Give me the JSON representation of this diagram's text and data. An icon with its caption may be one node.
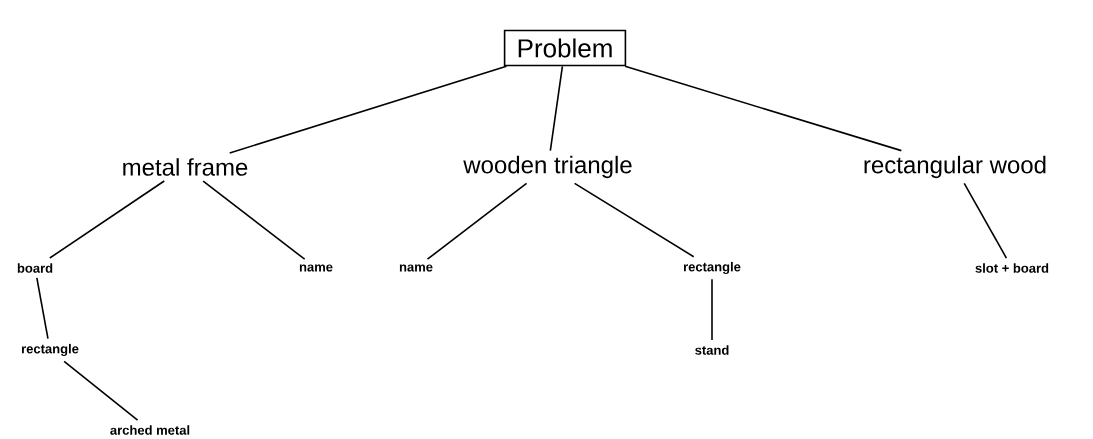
{
  "diagram": {
    "nodes": [
      {
        "text": [
          "Problem"
        ]
      },
      {
        "text": [
          "metal frame"
        ]
      },
      {
        "text": [
          "wooden triangle"
        ]
      },
      {
        "text": [
          "rectangular wood"
        ]
      },
      {
        "text": [
          "board"
        ]
      },
      {
        "text": [
          "name"
        ]
      },
      {
        "text": [
          "name"
        ]
      },
      {
        "text": [
          "rectangle"
        ]
      },
      {
        "text": [
          "slot + board"
        ]
      },
      {
        "text": [
          "rectangle"
        ]
      },
      {
        "text": [
          "stand"
        ]
      },
      {
        "text": [
          "arched metal"
        ]
      }
    ],
    "edges": [
      {
        "from": 0,
        "to": 1,
        "arrow": "none"
      },
      {
        "from": 0,
        "to": 2,
        "arrow": "none"
      },
      {
        "from": 0,
        "to": 3,
        "arrow": "none"
      },
      {
        "from": 1,
        "to": 4,
        "arrow": "none"
      },
      {
        "from": 1,
        "to": 5,
        "arrow": "none"
      },
      {
        "from": 2,
        "to": 6,
        "arrow": "none"
      },
      {
        "from": 2,
        "to": 7,
        "arrow": "none"
      },
      {
        "from": 3,
        "to": 8,
        "arrow": "none"
      },
      {
        "from": 4,
        "to": 9,
        "arrow": "none"
      },
      {
        "from": 7,
        "to": 10,
        "arrow": "none"
      },
      {
        "from": 9,
        "to": 11,
        "arrow": "none"
      }
    ]
  }
}
